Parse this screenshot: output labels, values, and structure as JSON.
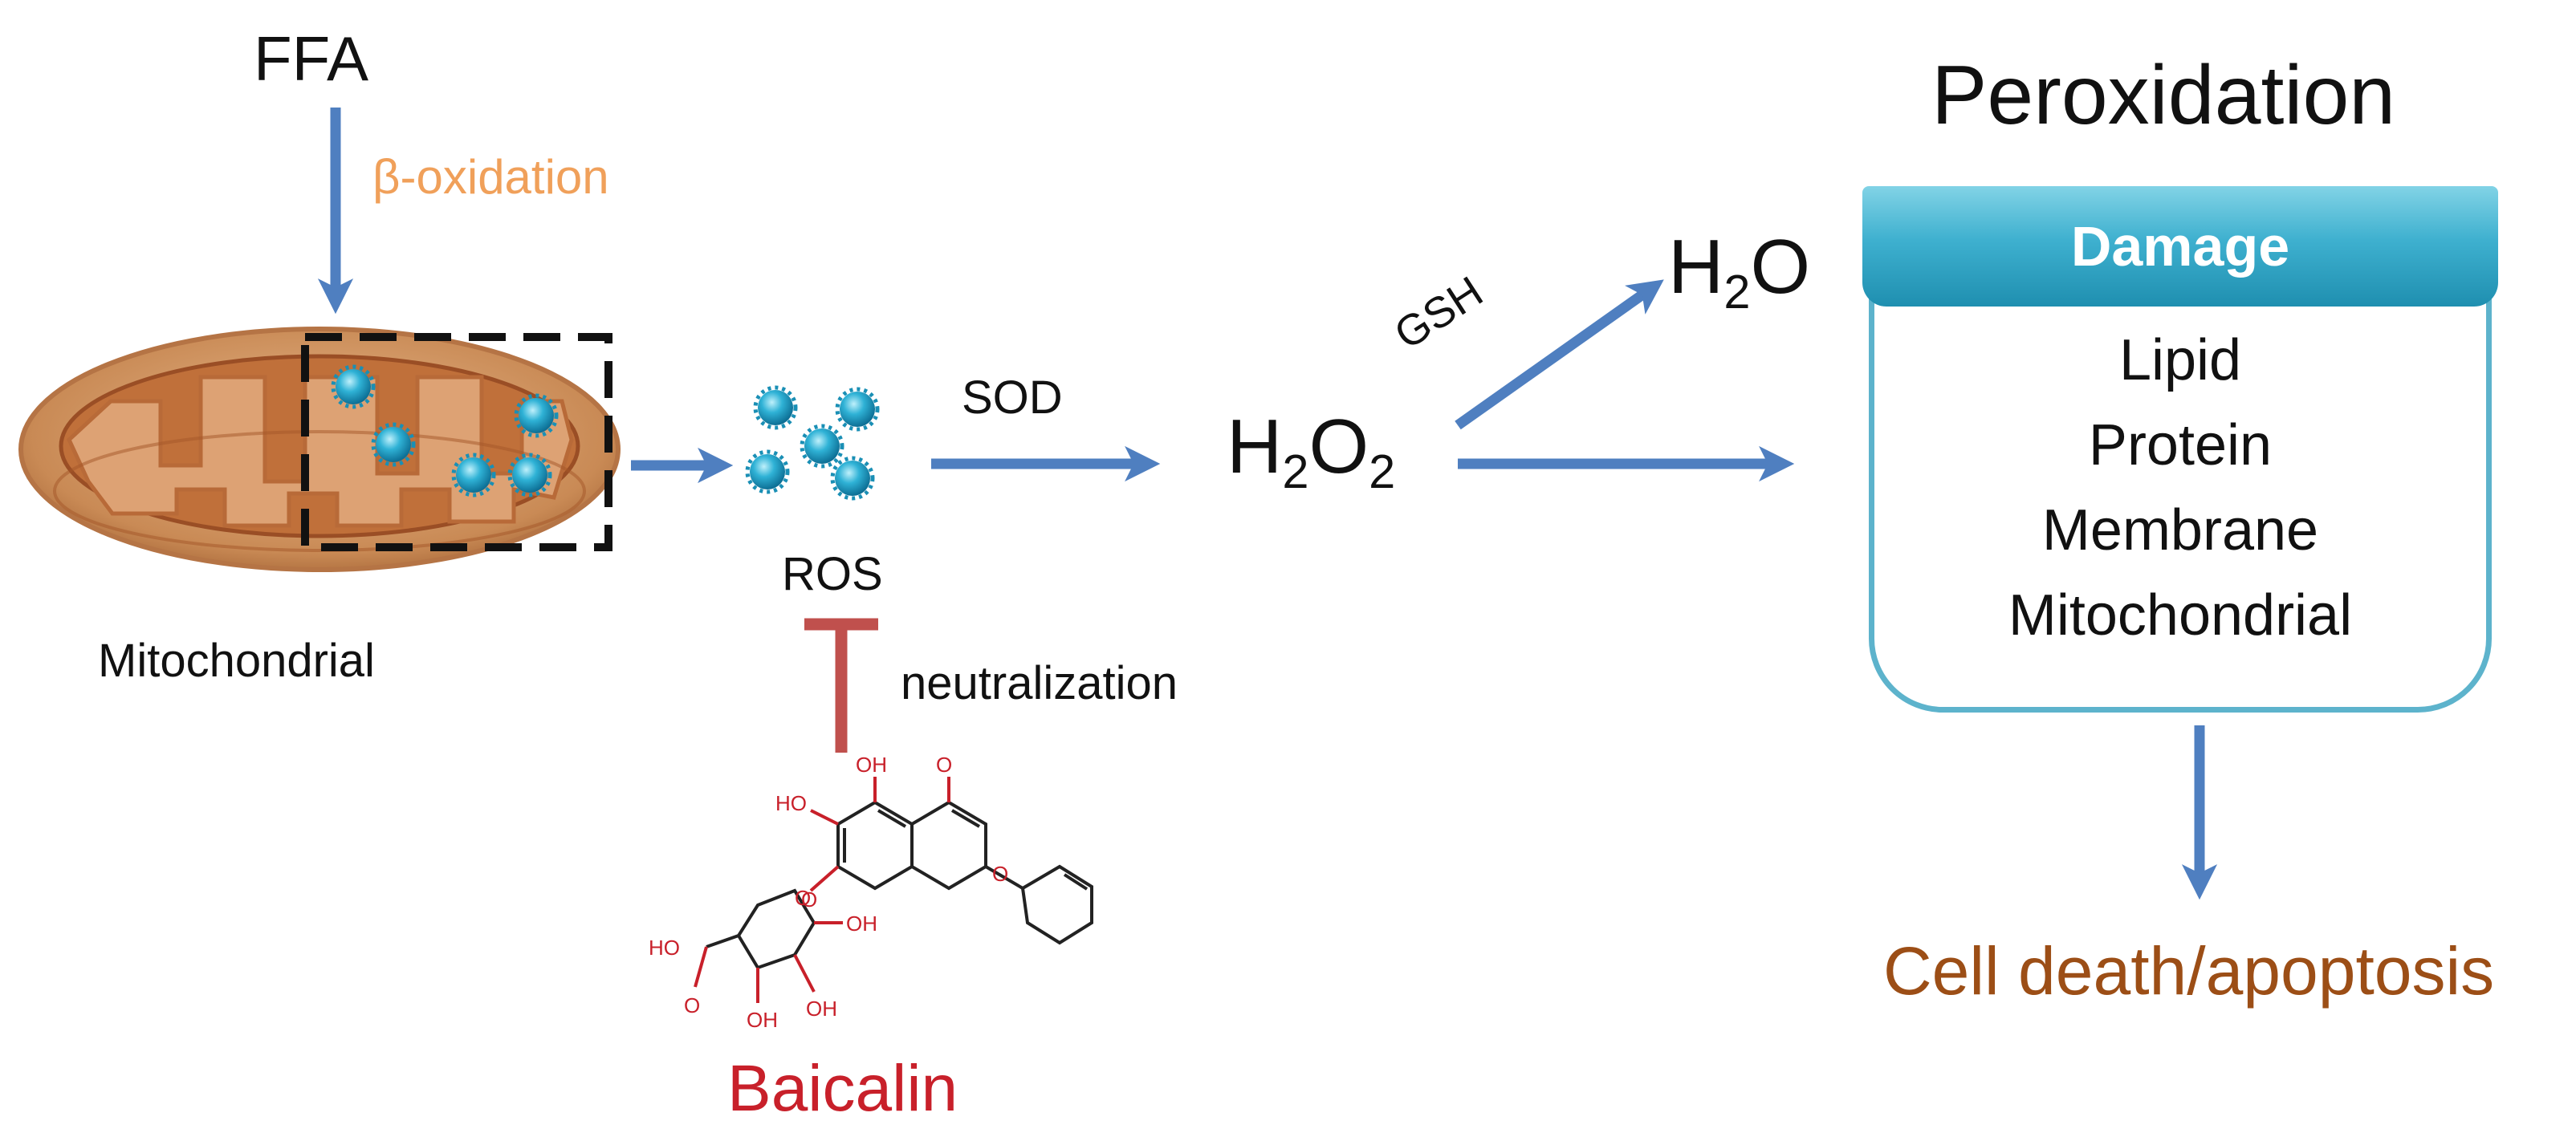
{
  "labels": {
    "ffa": "FFA",
    "beta_oxidation": "β-oxidation",
    "mitochondrial": "Mitochondrial",
    "ros": "ROS",
    "sod": "SOD",
    "neutralization": "neutralization",
    "baicalin": "Baicalin",
    "h2o2_base": "H",
    "h2o2_sub1": "2",
    "h2o2_mid": "O",
    "h2o2_sub2": "2",
    "h2o_base": "H",
    "h2o_sub": "2",
    "h2o_tail": "O",
    "gsh": "GSH",
    "peroxidation": "Peroxidation",
    "cell_death": "Cell death/apoptosis"
  },
  "damage_box": {
    "title": "Damage",
    "items": [
      "Lipid",
      "Protein",
      "Membrane",
      "Mitochondrial"
    ]
  },
  "baicalin_structure_labels": {
    "oh_top_left": "HO",
    "oh_top_mid": "OH",
    "carbonyl_o": "O",
    "ring_o": "O",
    "glyco_o": "O",
    "sugar_o": "O",
    "cooh": "HO",
    "carboxyl_o": "O",
    "oh_sugar_1": "OH",
    "oh_sugar_2": "OH",
    "oh_sugar_3": "OH"
  },
  "colors": {
    "arrow": "#4f7fc0",
    "inhibit": "#c0504d",
    "beta_text": "#f0a05a",
    "baicalin_text": "#c8202a",
    "death_text": "#9c4e16",
    "box_border": "#5db3cc",
    "ros_particle": "#2aa6c8"
  }
}
